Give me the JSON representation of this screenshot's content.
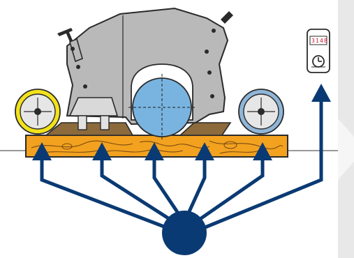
{
  "diagram": {
    "colors": {
      "navy": "#0a3a73",
      "machine_gray": "#b9b9b9",
      "machine_outline": "#2a2a2a",
      "blade_blue": "#79b4e0",
      "wood_orange": "#f3a21f",
      "wood_grain": "#7a4a12",
      "shoe_olive": "#8c6a3c",
      "roller_yellow": "#f2e21a",
      "roller_blue": "#8fb6d8",
      "side_panel": "#e8e8e8",
      "counter_digits": "#c8102e"
    },
    "counter_display": [
      "3",
      "1",
      "4",
      "8"
    ],
    "icons": {
      "machine": "saw-machine-icon",
      "blade": "blade-icon",
      "front_roller": "front-roller-icon",
      "rear_roller": "rear-roller-icon",
      "board": "wood-board-icon",
      "hub": "hub-icon",
      "counter": "counter-device-icon",
      "side_panel": "chevron-right-icon"
    },
    "arrows": {
      "count": 6,
      "targets": [
        "board",
        "board",
        "board",
        "board",
        "board",
        "counter-device"
      ]
    }
  }
}
